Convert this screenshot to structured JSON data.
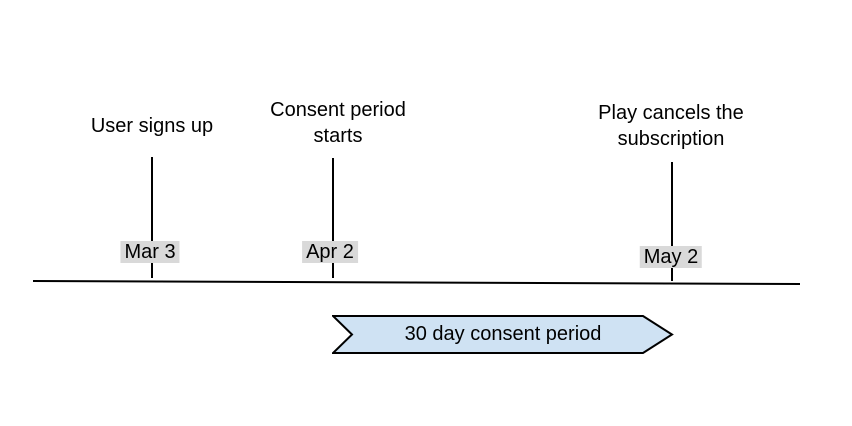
{
  "diagram": {
    "background": "#ffffff",
    "line_color": "#000000",
    "events": [
      {
        "label": "User signs up",
        "date": "Mar 3"
      },
      {
        "label": "Consent period starts",
        "date": "Apr 2"
      },
      {
        "label": "Play cancels the subscription",
        "date": "May 2"
      }
    ],
    "date_chip": {
      "background": "#d9d9d9"
    },
    "banner": {
      "label": "30 day consent period",
      "fill": "#cfe2f3",
      "stroke": "#000000"
    }
  }
}
